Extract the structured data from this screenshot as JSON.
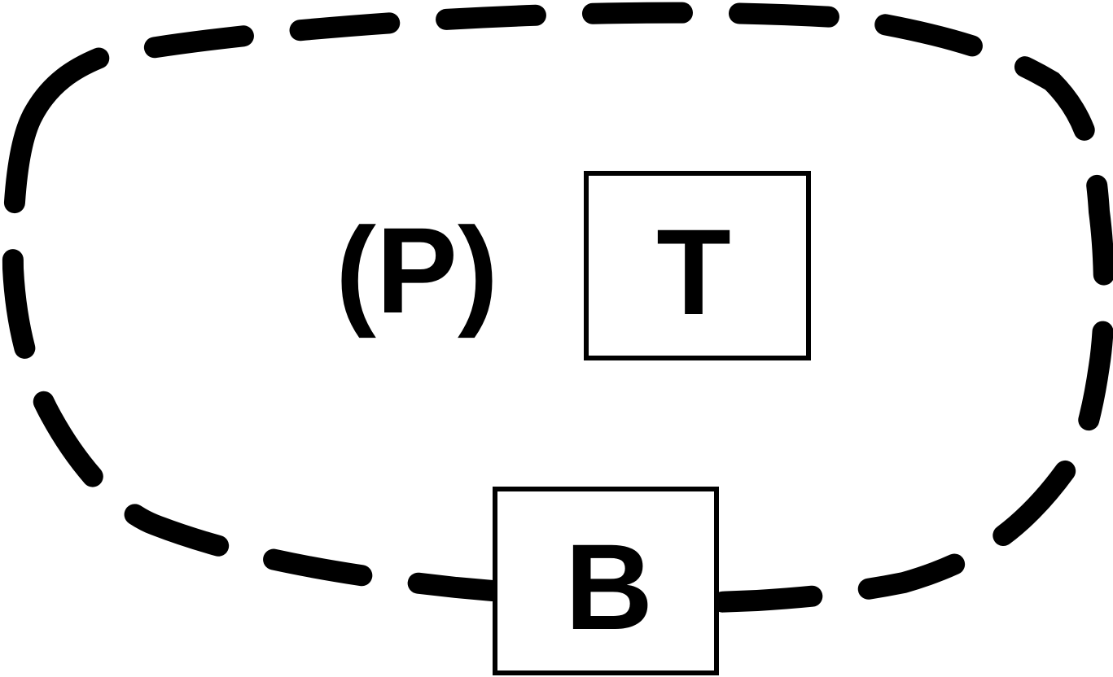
{
  "diagram": {
    "boundary_label": "(P)",
    "top_box_label": "T",
    "bottom_box_label": "B",
    "boundary_style": "dashed closed loop",
    "colors": {
      "stroke": "#000000",
      "background": "#ffffff"
    }
  }
}
